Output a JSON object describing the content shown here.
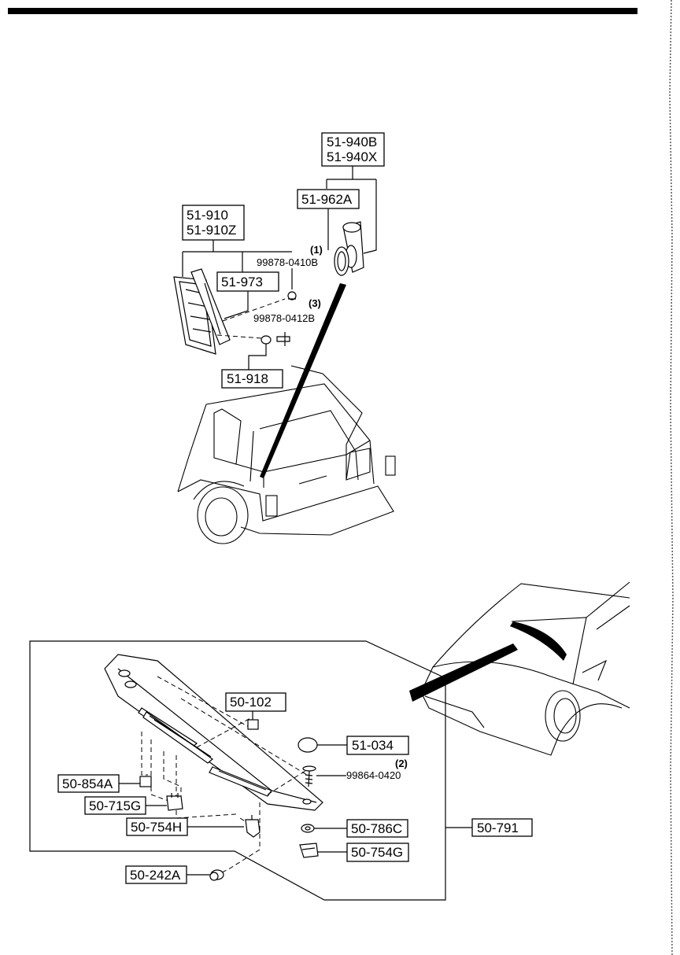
{
  "upper": {
    "parts": {
      "p51_940": [
        "51-940B",
        "51-940X"
      ],
      "p51_962A": "51-962A",
      "p51_910": [
        "51-910",
        "51-910Z"
      ],
      "p51_973": "51-973",
      "p51_918": "51-918",
      "bolt_0410": "99878-0410B",
      "bolt_0412": "99878-0412B"
    },
    "qty_1": "(1)",
    "qty_3": "(3)"
  },
  "lower": {
    "parts": {
      "p50_102": "50-102",
      "p51_034": "51-034",
      "screw_0420": "99864-0420",
      "p50_854A": "50-854A",
      "p50_715G": "50-715G",
      "p50_754H": "50-754H",
      "p50_786C": "50-786C",
      "p50_791": "50-791",
      "p50_754G": "50-754G",
      "p50_242A": "50-242A"
    },
    "qty_2": "(2)"
  }
}
